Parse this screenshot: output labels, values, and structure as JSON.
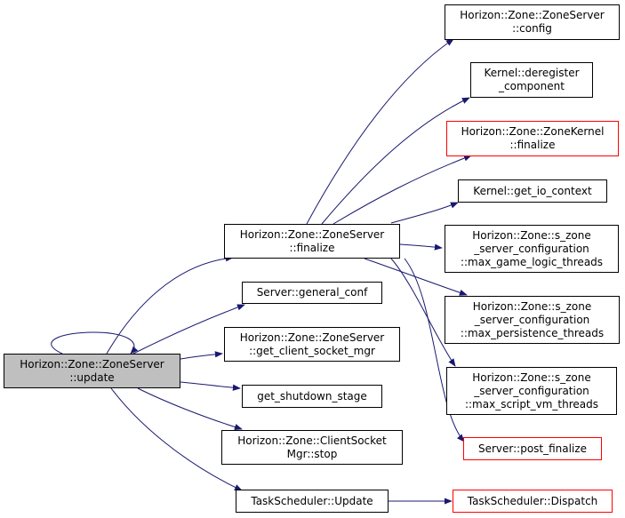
{
  "colors": {
    "edge": "#191970",
    "node_border": "#000000",
    "node_border_undocumented": "#ff0000",
    "root_fill": "#bfbfbf",
    "background": "#ffffff"
  },
  "nodes": {
    "root": {
      "line1": "Horizon::Zone::ZoneServer",
      "line2": "::update"
    },
    "finalize": {
      "line1": "Horizon::Zone::ZoneServer",
      "line2": "::finalize"
    },
    "general_conf": {
      "line1": "Server::general_conf"
    },
    "get_client_socket_mgr": {
      "line1": "Horizon::Zone::ZoneServer",
      "line2": "::get_client_socket_mgr"
    },
    "get_shutdown_stage": {
      "line1": "get_shutdown_stage"
    },
    "client_socket_mgr_stop": {
      "line1": "Horizon::Zone::ClientSocket",
      "line2": "Mgr::stop"
    },
    "task_update": {
      "line1": "TaskScheduler::Update"
    },
    "config": {
      "line1": "Horizon::Zone::ZoneServer",
      "line2": "::config"
    },
    "deregister_component": {
      "line1": "Kernel::deregister",
      "line2": "_component"
    },
    "zonekernel_finalize": {
      "line1": "Horizon::Zone::ZoneKernel",
      "line2": "::finalize"
    },
    "get_io_context": {
      "line1": "Kernel::get_io_context"
    },
    "max_game_logic_threads": {
      "line1": "Horizon::Zone::s_zone",
      "line2": "_server_configuration",
      "line3": "::max_game_logic_threads"
    },
    "max_persistence_threads": {
      "line1": "Horizon::Zone::s_zone",
      "line2": "_server_configuration",
      "line3": "::max_persistence_threads"
    },
    "max_script_vm_threads": {
      "line1": "Horizon::Zone::s_zone",
      "line2": "_server_configuration",
      "line3": "::max_script_vm_threads"
    },
    "post_finalize": {
      "line1": "Server::post_finalize"
    },
    "task_dispatch": {
      "line1": "TaskScheduler::Dispatch"
    }
  }
}
